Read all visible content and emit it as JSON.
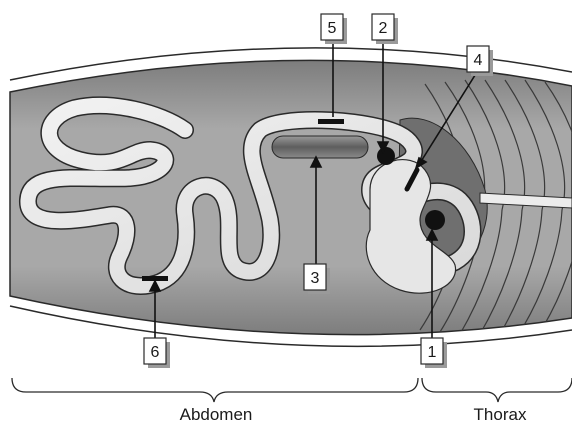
{
  "markers": [
    {
      "id": "1",
      "label": "1"
    },
    {
      "id": "2",
      "label": "2"
    },
    {
      "id": "3",
      "label": "3"
    },
    {
      "id": "4",
      "label": "4"
    },
    {
      "id": "5",
      "label": "5"
    },
    {
      "id": "6",
      "label": "6"
    }
  ],
  "regions": {
    "abdomen": "Abdomen",
    "thorax": "Thorax"
  },
  "colors": {
    "body_fill": "#8c8c8c",
    "tube_fill": "#e8e8e8",
    "dark_spot": "#111111"
  }
}
